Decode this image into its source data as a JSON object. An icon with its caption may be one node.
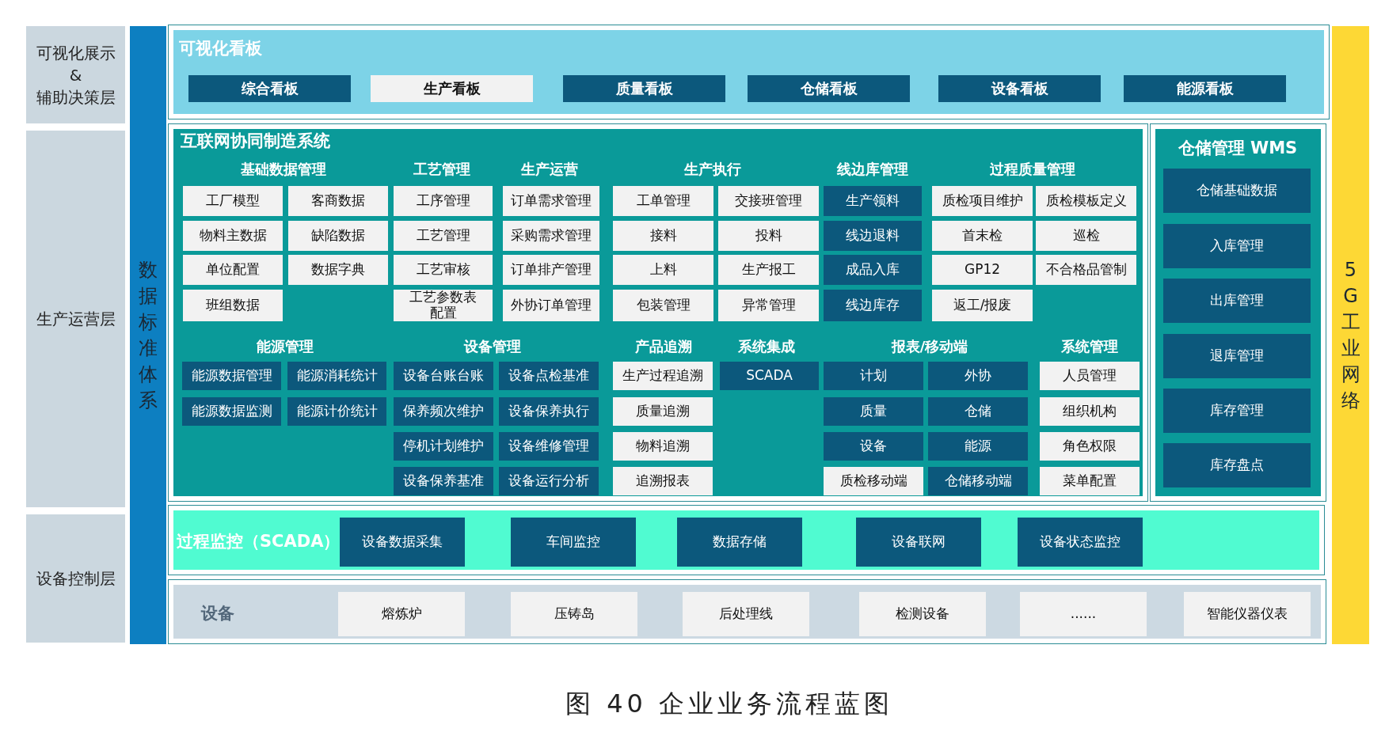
{
  "diagram": {
    "caption": "图 40 企业业务流程蓝图",
    "nodes": [
      {
        "text": [
          "可视化展示 & 辅助决策层"
        ]
      },
      {
        "text": [
          "生产运营层"
        ]
      },
      {
        "text": [
          "设备控制层"
        ]
      },
      {
        "text": [
          "数据标准体系"
        ]
      },
      {
        "text": [
          "可视化看板"
        ]
      },
      {
        "text": [
          "综合看板"
        ],
        "in": 4
      },
      {
        "text": [
          "生产看板"
        ],
        "in": 4
      },
      {
        "text": [
          "质量看板"
        ],
        "in": 4
      },
      {
        "text": [
          "仓储看板"
        ],
        "in": 4
      },
      {
        "text": [
          "设备看板"
        ],
        "in": 4
      },
      {
        "text": [
          "能源看板"
        ],
        "in": 4
      },
      {
        "text": [
          "互联网协同制造系统",
          "基础数据管理",
          "工艺管理",
          "生产运营",
          "生产执行",
          "线边库管理",
          "过程质量管理",
          "能源管理",
          "设备管理",
          "产品追溯",
          "系统集成",
          "报表/移动端",
          "系统管理"
        ]
      },
      {
        "text": [
          "工厂模型"
        ],
        "in": 11
      },
      {
        "text": [
          "客商数据"
        ],
        "in": 11
      },
      {
        "text": [
          "物料主数据"
        ],
        "in": 11
      },
      {
        "text": [
          "缺陷数据"
        ],
        "in": 11
      },
      {
        "text": [
          "单位配置"
        ],
        "in": 11
      },
      {
        "text": [
          "数据字典"
        ],
        "in": 11
      },
      {
        "text": [
          "班组数据"
        ],
        "in": 11
      },
      {
        "text": [
          "工序管理"
        ],
        "in": 11
      },
      {
        "text": [
          "工艺管理"
        ],
        "in": 11
      },
      {
        "text": [
          "工艺审核"
        ],
        "in": 11
      },
      {
        "text": [
          "工艺参数表配置"
        ],
        "in": 11
      },
      {
        "text": [
          "订单需求管理"
        ],
        "in": 11
      },
      {
        "text": [
          "采购需求管理"
        ],
        "in": 11
      },
      {
        "text": [
          "订单排产管理"
        ],
        "in": 11
      },
      {
        "text": [
          "外协订单管理"
        ],
        "in": 11
      },
      {
        "text": [
          "工单管理"
        ],
        "in": 11
      },
      {
        "text": [
          "交接班管理"
        ],
        "in": 11
      },
      {
        "text": [
          "接料"
        ],
        "in": 11
      },
      {
        "text": [
          "投料"
        ],
        "in": 11
      },
      {
        "text": [
          "上料"
        ],
        "in": 11
      },
      {
        "text": [
          "生产报工"
        ],
        "in": 11
      },
      {
        "text": [
          "包装管理"
        ],
        "in": 11
      },
      {
        "text": [
          "异常管理"
        ],
        "in": 11
      },
      {
        "text": [
          "生产领料"
        ],
        "in": 11
      },
      {
        "text": [
          "线边退料"
        ],
        "in": 11
      },
      {
        "text": [
          "成品入库"
        ],
        "in": 11
      },
      {
        "text": [
          "线边库存"
        ],
        "in": 11
      },
      {
        "text": [
          "质检项目维护"
        ],
        "in": 11
      },
      {
        "text": [
          "质检模板定义"
        ],
        "in": 11
      },
      {
        "text": [
          "首末检"
        ],
        "in": 11
      },
      {
        "text": [
          "巡检"
        ],
        "in": 11
      },
      {
        "text": [
          "GP12"
        ],
        "in": 11
      },
      {
        "text": [
          "不合格品管制"
        ],
        "in": 11
      },
      {
        "text": [
          "返工/报废"
        ],
        "in": 11
      },
      {
        "text": [
          "能源数据管理"
        ],
        "in": 11
      },
      {
        "text": [
          "能源消耗统计"
        ],
        "in": 11
      },
      {
        "text": [
          "能源数据监测"
        ],
        "in": 11
      },
      {
        "text": [
          "能源计价统计"
        ],
        "in": 11
      },
      {
        "text": [
          "设备台账台账"
        ],
        "in": 11
      },
      {
        "text": [
          "设备点检基准"
        ],
        "in": 11
      },
      {
        "text": [
          "保养频次维护"
        ],
        "in": 11
      },
      {
        "text": [
          "设备保养执行"
        ],
        "in": 11
      },
      {
        "text": [
          "停机计划维护"
        ],
        "in": 11
      },
      {
        "text": [
          "设备维修管理"
        ],
        "in": 11
      },
      {
        "text": [
          "设备保养基准"
        ],
        "in": 11
      },
      {
        "text": [
          "设备运行分析"
        ],
        "in": 11
      },
      {
        "text": [
          "生产过程追溯"
        ],
        "in": 11
      },
      {
        "text": [
          "质量追溯"
        ],
        "in": 11
      },
      {
        "text": [
          "物料追溯"
        ],
        "in": 11
      },
      {
        "text": [
          "追溯报表"
        ],
        "in": 11
      },
      {
        "text": [
          "SCADA"
        ],
        "in": 11
      },
      {
        "text": [
          "计划"
        ],
        "in": 11
      },
      {
        "text": [
          "外协"
        ],
        "in": 11
      },
      {
        "text": [
          "质量"
        ],
        "in": 11
      },
      {
        "text": [
          "仓储"
        ],
        "in": 11
      },
      {
        "text": [
          "设备"
        ],
        "in": 11
      },
      {
        "text": [
          "能源"
        ],
        "in": 11
      },
      {
        "text": [
          "质检移动端"
        ],
        "in": 11
      },
      {
        "text": [
          "仓储移动端"
        ],
        "in": 11
      },
      {
        "text": [
          "人员管理"
        ],
        "in": 11
      },
      {
        "text": [
          "组织机构"
        ],
        "in": 11
      },
      {
        "text": [
          "角色权限"
        ],
        "in": 11
      },
      {
        "text": [
          "菜单配置"
        ],
        "in": 11
      },
      {
        "text": [
          "仓储管理 WMS"
        ]
      },
      {
        "text": [
          "仓储基础数据"
        ],
        "in": 75
      },
      {
        "text": [
          "入库管理"
        ],
        "in": 75
      },
      {
        "text": [
          "出库管理"
        ],
        "in": 75
      },
      {
        "text": [
          "退库管理"
        ],
        "in": 75
      },
      {
        "text": [
          "库存管理"
        ],
        "in": 75
      },
      {
        "text": [
          "库存盘点"
        ],
        "in": 75
      },
      {
        "text": [
          "过程监控（SCADA）"
        ]
      },
      {
        "text": [
          "设备数据采集"
        ],
        "in": 82
      },
      {
        "text": [
          "车间监控"
        ],
        "in": 82
      },
      {
        "text": [
          "数据存储"
        ],
        "in": 82
      },
      {
        "text": [
          "设备联网"
        ],
        "in": 82
      },
      {
        "text": [
          "设备状态监控"
        ],
        "in": 82
      },
      {
        "text": [
          "设备"
        ]
      },
      {
        "text": [
          "熔炼炉"
        ],
        "in": 88
      },
      {
        "text": [
          "压铸岛"
        ],
        "in": 88
      },
      {
        "text": [
          "后处理线"
        ],
        "in": 88
      },
      {
        "text": [
          "检测设备"
        ],
        "in": 88
      },
      {
        "text": [
          "......"
        ],
        "in": 88
      },
      {
        "text": [
          "智能仪器仪表"
        ],
        "in": 88
      },
      {
        "text": [
          "5G工业网络"
        ]
      }
    ]
  }
}
